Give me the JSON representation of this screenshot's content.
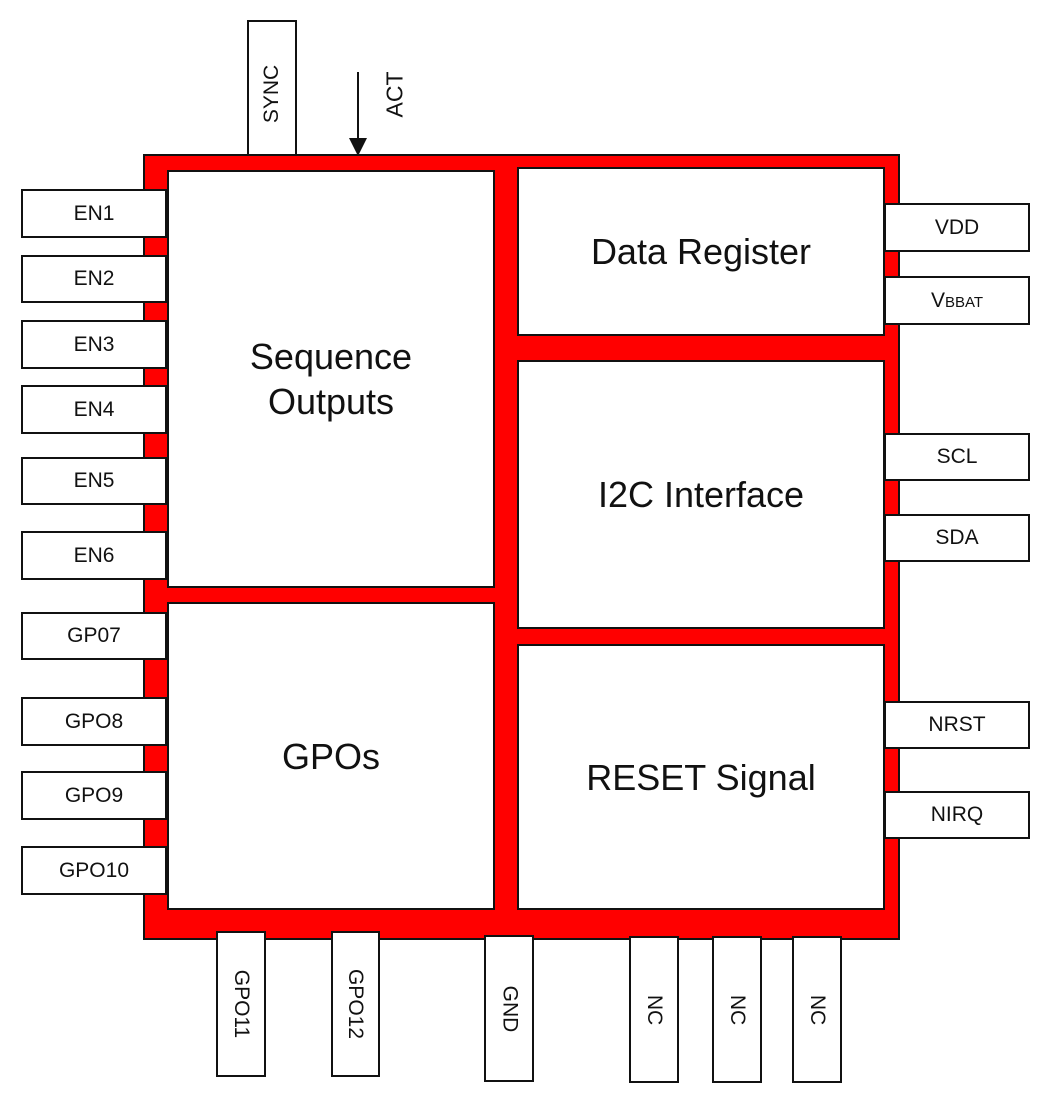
{
  "colors": {
    "chip_body": "#ff0000",
    "outline": "#111111",
    "block_fill": "#ffffff"
  },
  "blocks": {
    "sequence_outputs": {
      "line1": "Sequence",
      "line2": "Outputs"
    },
    "gpos": "GPOs",
    "data_register": "Data Register",
    "i2c_interface": "I2C Interface",
    "reset_signal": "RESET Signal"
  },
  "pins": {
    "top": {
      "sync": "SYNC",
      "act": "ACT"
    },
    "left": [
      "EN1",
      "EN2",
      "EN3",
      "EN4",
      "EN5",
      "EN6",
      "GP07",
      "GPO8",
      "GPO9",
      "GPO10"
    ],
    "right": {
      "vdd": "VDD",
      "vbbat_main": "V",
      "vbbat_sub": "BBAT",
      "scl": "SCL",
      "sda": "SDA",
      "nrst": "NRST",
      "nirq": "NIRQ"
    },
    "bottom": [
      "GPO11",
      "GPO12",
      "GND",
      "NC",
      "NC",
      "NC"
    ]
  }
}
